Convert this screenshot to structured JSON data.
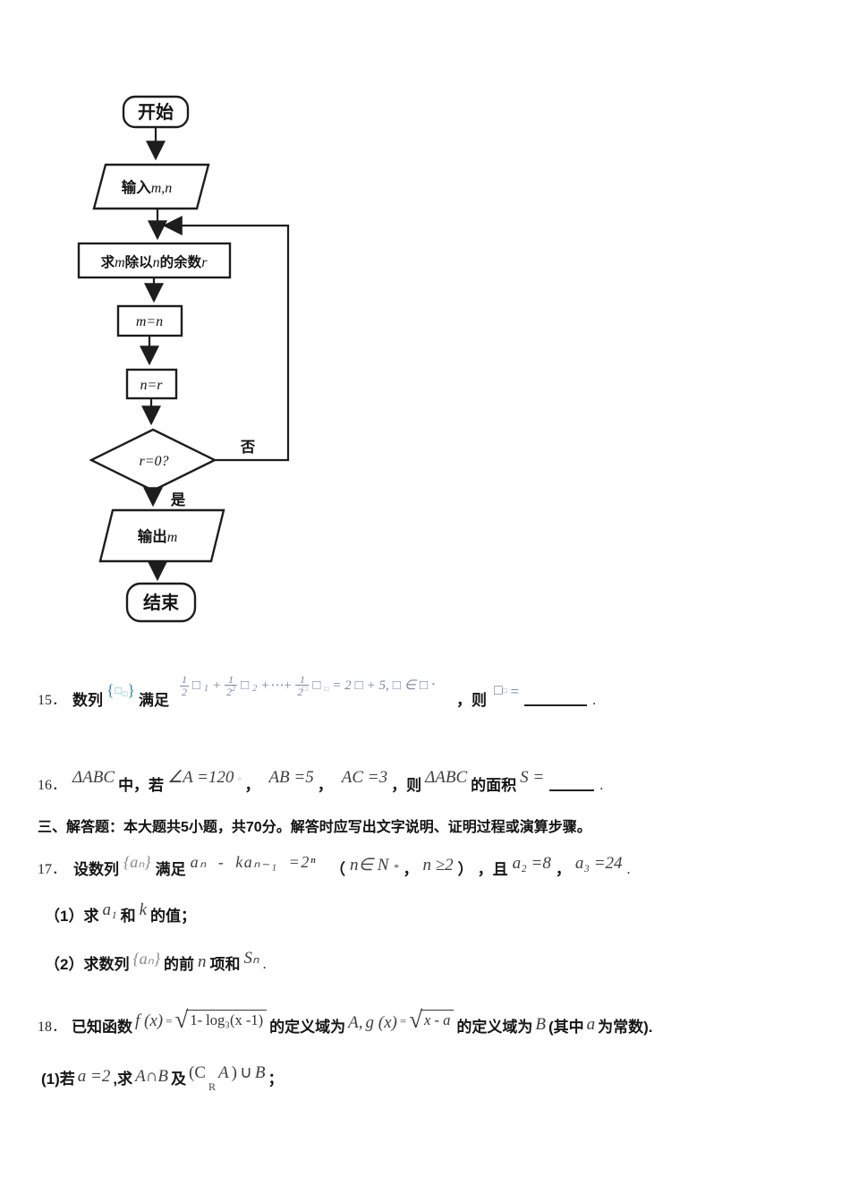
{
  "flowchart": {
    "start": "开始",
    "input_prefix": "输入",
    "input_vars": "m,n",
    "proc_1": "求",
    "proc_2": "m",
    "proc_3": "除以",
    "proc_4": "n",
    "proc_5": "的余数",
    "proc_6": "r",
    "assign_mn": "m=n",
    "assign_nr": "n=r",
    "decision": "r=0?",
    "label_no": "否",
    "label_yes": "是",
    "output_prefix": "输出",
    "output_var": "m",
    "end": "结束"
  },
  "q15": {
    "number": "15．",
    "lead": "数列",
    "brace_open": "{",
    "box_main": "□",
    "box_sub": "□",
    "brace_close": "}",
    "satisfy": "满足",
    "f_num1": "1",
    "f_den1": "2",
    "f_box1": "□",
    "f_sub1": "1",
    "f_plus1": "+",
    "f_num2": "1",
    "f_den2": "2",
    "f_den2_sup": "2",
    "f_box2": "□",
    "f_sub2": "2",
    "f_dots": "+⋯+",
    "f_num3": "1",
    "f_den3": "2",
    "f_den3_sup": "□",
    "f_box3": "□",
    "f_sub3": "□",
    "f_eq": "= 2",
    "f_box4": "□",
    "f_plus5": "+ 5,",
    "f_box5": "□",
    "f_in": "∈",
    "f_box6": "□",
    "f_sup": "*",
    "then": "，则",
    "ans_box": "□",
    "ans_sub": "□",
    "ans_eq": "=",
    "period": "."
  },
  "q16": {
    "number": "16．",
    "m_tri1": "ΔABC",
    "mid": "中，若",
    "m_angle": "∠A =120",
    "deg": "°",
    "comma1": "，",
    "m_ab": "AB =5",
    "comma2": "，",
    "m_ac": "AC =3",
    "then": "，则",
    "m_tri2": "ΔABC",
    "area": "的面积",
    "m_s": "S =",
    "period": "."
  },
  "section3": {
    "heading": "三、解答题：本大题共5小题，共70分。解答时应写出文字说明、证明过程或演算步骤。"
  },
  "q17": {
    "number": "17．",
    "t1": "设数列",
    "seq": "{aₙ}",
    "t2": "满足",
    "recur": "aₙ - kaₙ₋₁ =2ⁿ",
    "p_open": "（",
    "cond1": "n∈ N",
    "cond1_sup": "*",
    "comma1": "，",
    "cond2": "n ≥2",
    "p_close": "）",
    "t3": "，且",
    "a2": "a₂ =8",
    "comma2": "，",
    "a3": "a₃ =24",
    "period": ".",
    "s1_lead": "（1）求",
    "s1_a1": "a₁",
    "s1_and": "和",
    "s1_k": "k",
    "s1_tail": "的值；",
    "s2_lead": "（2）求数列",
    "s2_seq": "{aₙ}",
    "s2_t1": "的前",
    "s2_n": "n",
    "s2_t2": "项和",
    "s2_sn": "Sₙ",
    "s2_period": "."
  },
  "q18": {
    "number": "18．",
    "t1": "已知函数",
    "fx": "f (x)",
    "eq1": "=",
    "sqrt1_sign": "√",
    "sqrt1_body": "1- log₃(x -1)",
    "t2": "的定义域为",
    "ma": "A,",
    "gx": "g (x)",
    "eq2": "=",
    "sqrt2_sign": "√",
    "sqrt2_body": "x - a",
    "t3": "的定义域为",
    "mb": "B",
    "t4": "(其中",
    "mc": "a",
    "t5": "为常数).",
    "s1_lead": "(1)若",
    "s1_a": "a =2",
    "s1_t1": ",求",
    "s1_ab": "A∩B",
    "s1_and": "及",
    "s1_c1": "(C",
    "s1_cr": "R",
    "s1_ca": "A",
    "s1_c2": ")",
    "s1_cup": "∪",
    "s1_cb": "B",
    "s1_semi": "；"
  }
}
